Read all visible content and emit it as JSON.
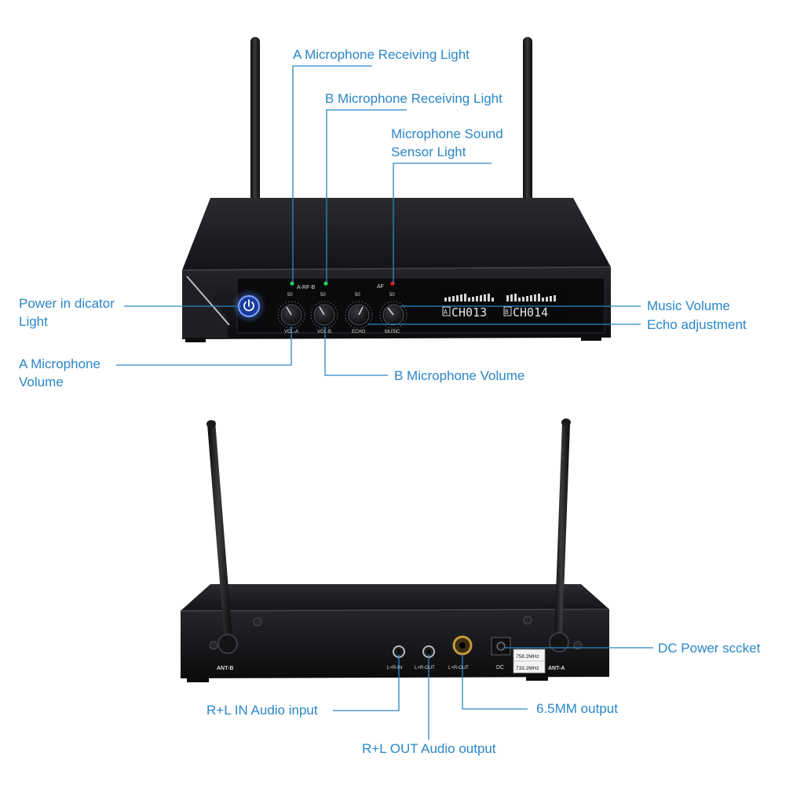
{
  "labels": {
    "a_receiving": "A Microphone Receiving Light",
    "b_receiving": "B Microphone Receiving Light",
    "sound_sensor_line1": "Microphone Sound",
    "sound_sensor_line2": "Sensor Light",
    "power_line1": "Power in dicator",
    "power_line2": "Light",
    "music_volume": "Music Volume",
    "echo": "Echo adjustment",
    "a_volume_line1": "A Microphone",
    "a_volume_line2": "Volume",
    "b_volume": "B Microphone Volume",
    "dc_power": "DC Power sccket",
    "rl_in": "R+L IN Audio input",
    "out_65": "6.5MM output",
    "rl_out": "R+L OUT Audio output"
  },
  "front_panel": {
    "rf_label": "A-RF-B",
    "af_label": "AF",
    "knob_scale": "50",
    "knob_vol_a": "VOL-A",
    "knob_vol_b": "VOL-B",
    "knob_echo": "ECHO",
    "knob_music": "MUSIC",
    "lcd_a_tag": "A",
    "lcd_b_tag": "B",
    "lcd_a_channel": "CH013",
    "lcd_b_channel": "CH014"
  },
  "rear_panel": {
    "ant_b": "ANT-B",
    "ant_a": "ANT-A",
    "port_in": "L+R-IN",
    "port_out": "L+R-OUT",
    "port_out_65": "L+R-OUT",
    "port_dc": "DC",
    "freq_1": "758.2MHz",
    "freq_2": "733.2MHz"
  },
  "colors": {
    "callout_text": "#2a86c8",
    "leader_line": "#2a86c8",
    "chassis": "#17181b",
    "power_led": "#3d7cff",
    "rf_led": "#2fd24a",
    "af_led": "#e52222"
  }
}
